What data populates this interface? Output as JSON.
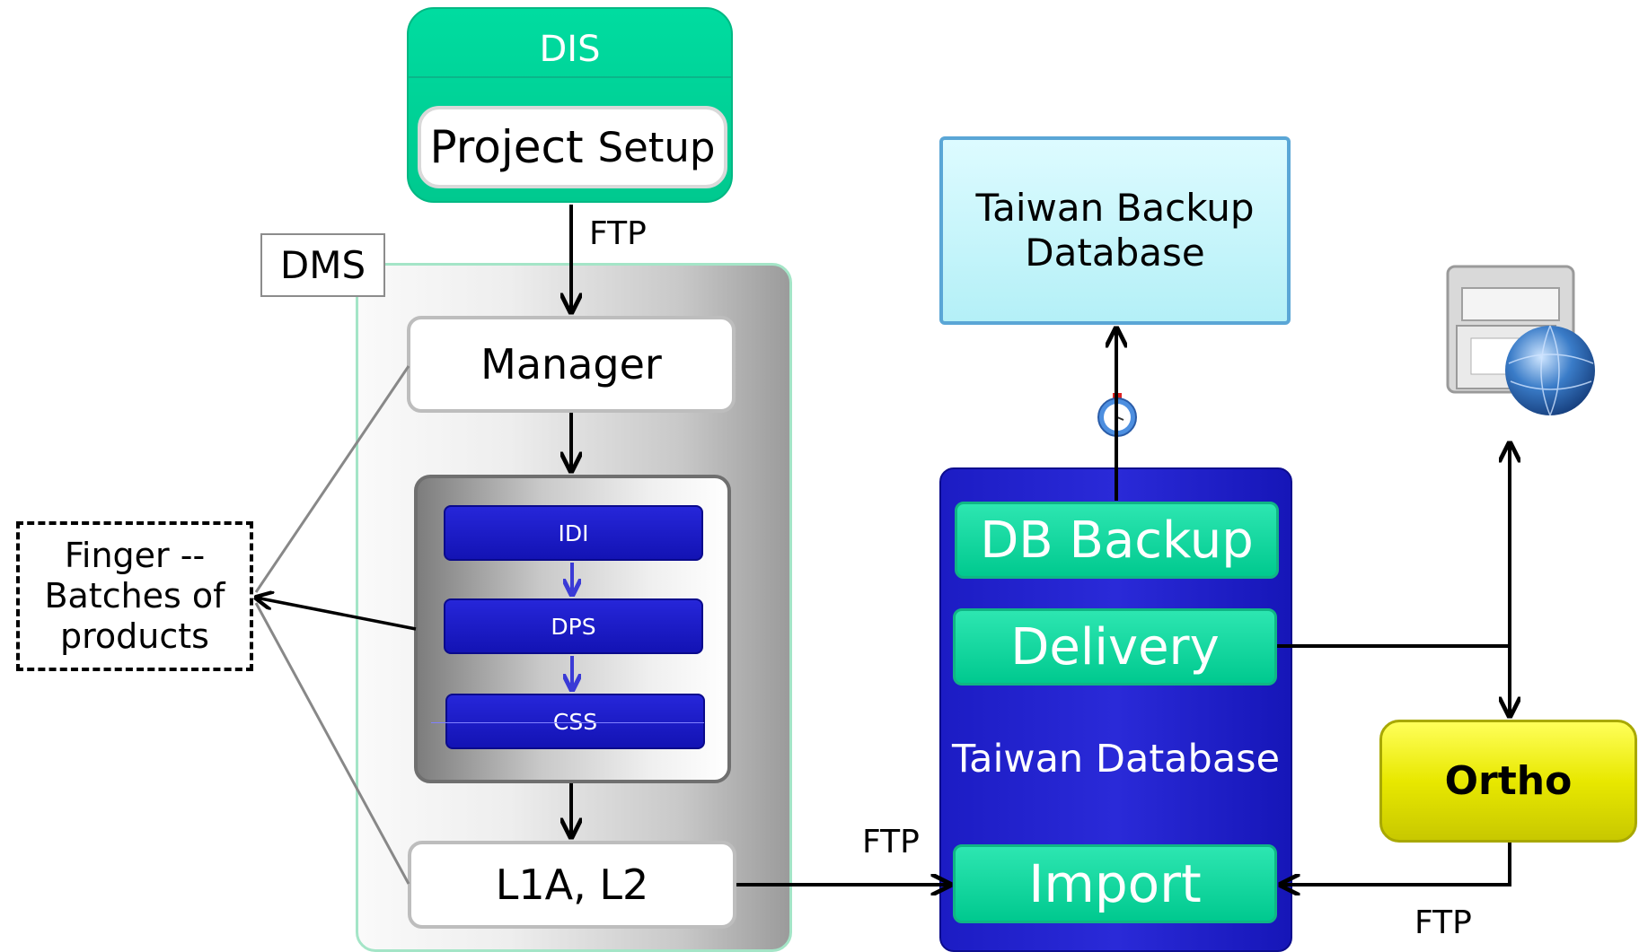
{
  "dis": {
    "title": "DIS",
    "project_setup_a": "Project",
    "project_setup_b": "Setup"
  },
  "dms": {
    "label": "DMS",
    "manager": "Manager",
    "l1a_l2": "L1A, L2",
    "processes": [
      "IDI",
      "DPS",
      "CSS"
    ]
  },
  "finger": {
    "line1": "Finger  --",
    "line2": "Batches of",
    "line3": "products"
  },
  "backup": {
    "line1": "Taiwan Backup",
    "line2": "Database"
  },
  "taiwan_db": {
    "label": "Taiwan Database",
    "db_backup": "DB Backup",
    "delivery": "Delivery",
    "import": "Import"
  },
  "ortho": {
    "label": "Ortho"
  },
  "edge_labels": {
    "ftp_dis_manager": "FTP",
    "ftp_l1a_import": "FTP",
    "ftp_ortho_import": "FTP"
  },
  "colors": {
    "green": "#00d69a",
    "blue": "#1c1cc4",
    "yellow": "#f0f000",
    "light_cyan": "#c8f5fa"
  }
}
